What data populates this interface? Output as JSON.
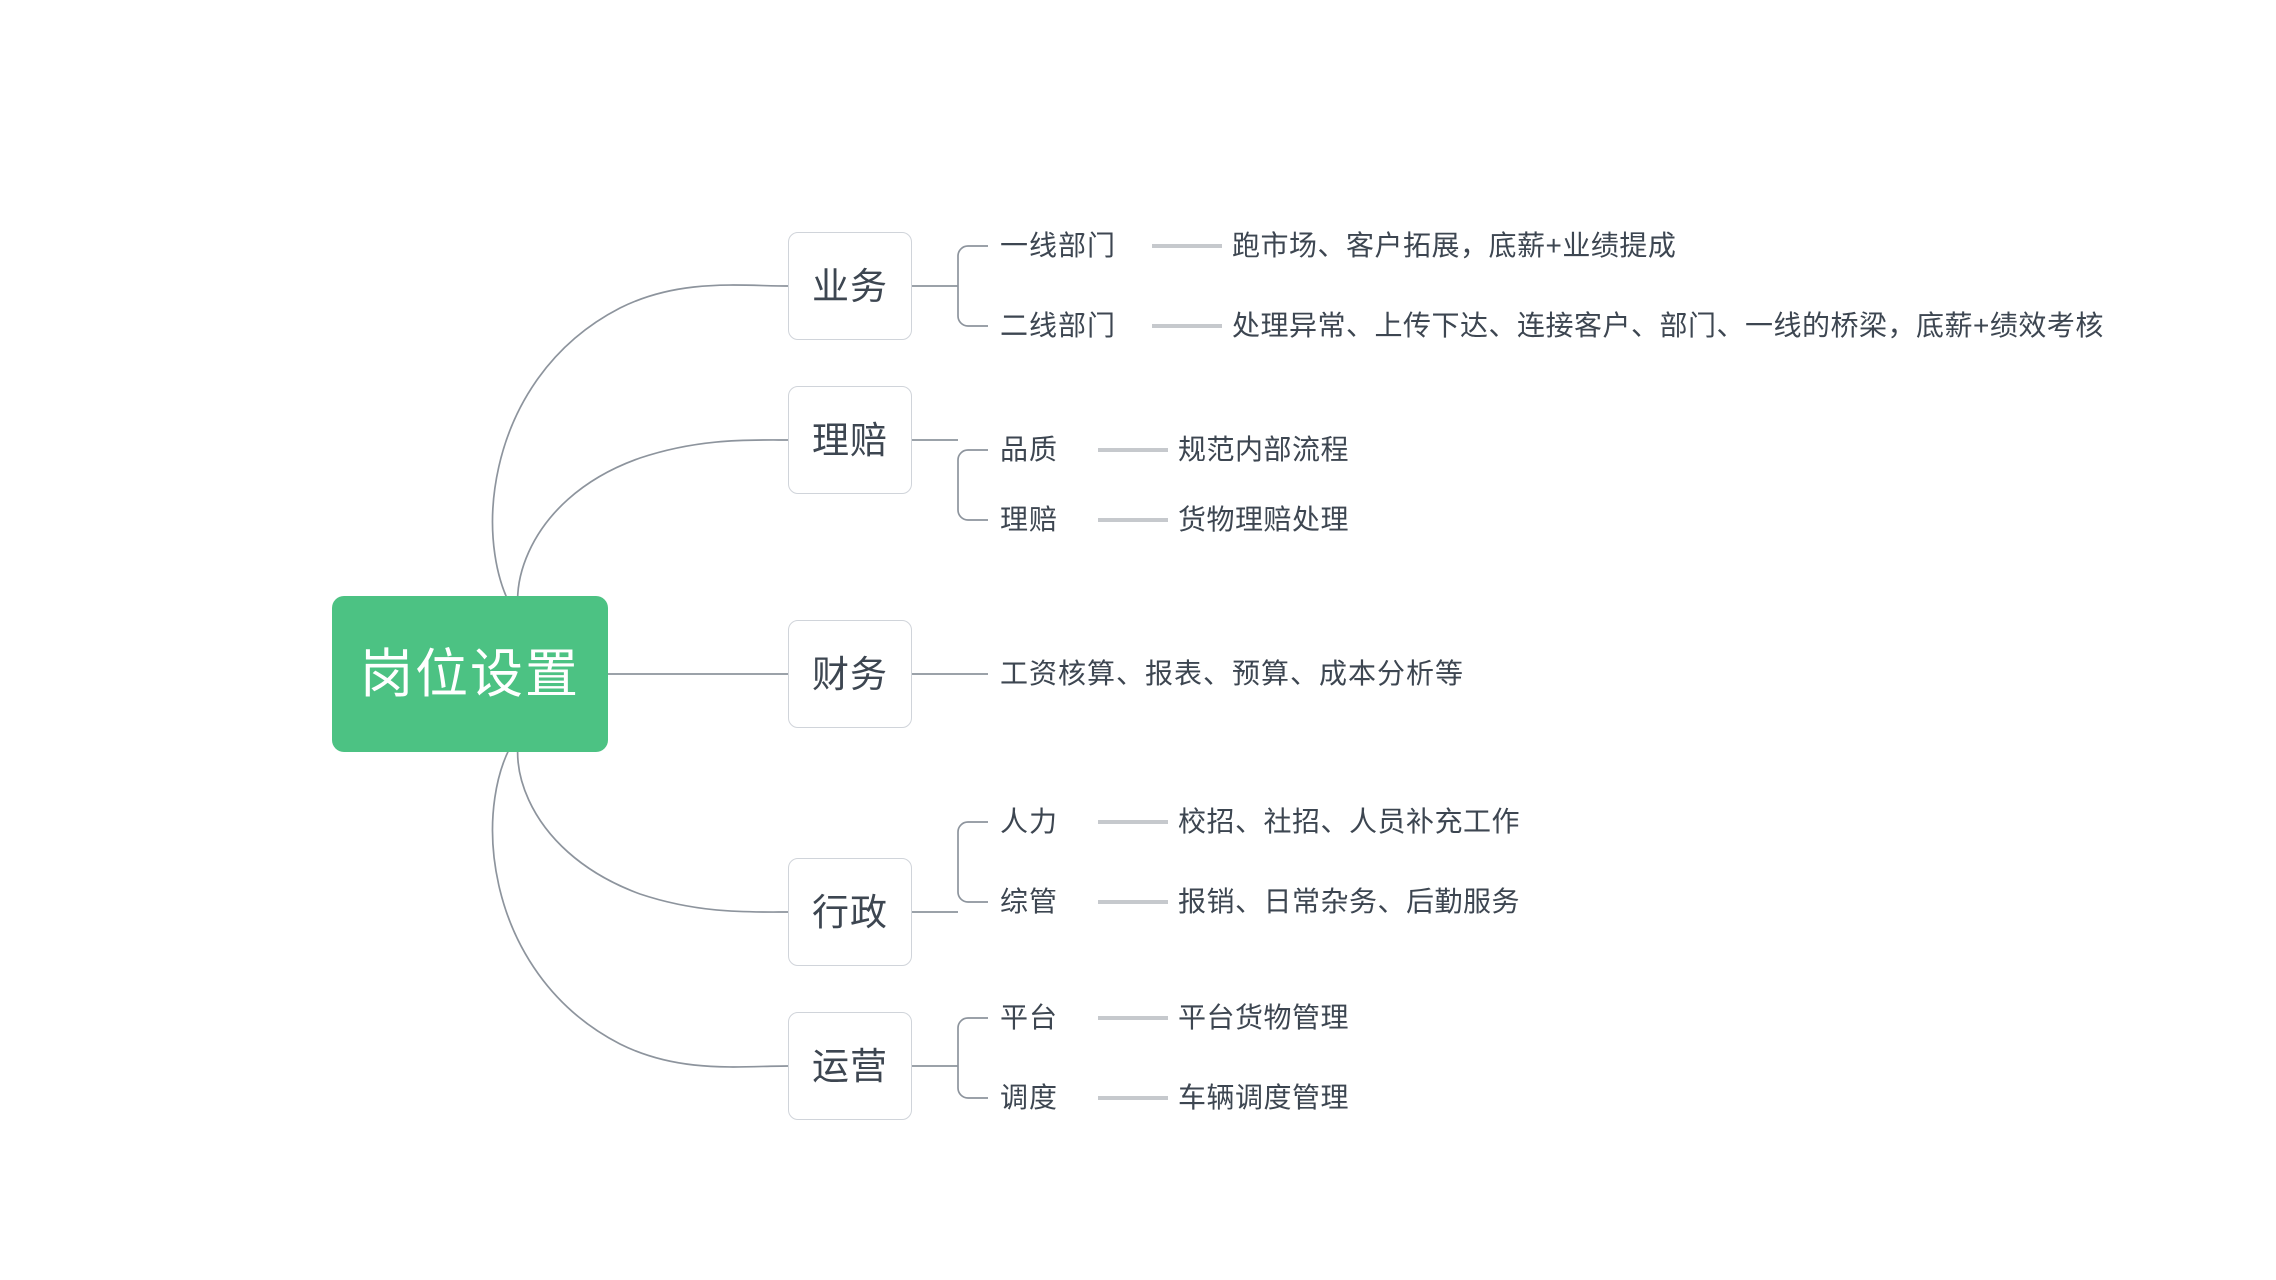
{
  "diagram": {
    "type": "mind-map",
    "title": "岗位设置",
    "root": {
      "label": "岗位设置",
      "color": "#4CC283",
      "text_color": "#ffffff"
    },
    "colors": {
      "root_fill": "#4CC283",
      "node_border": "#d0d4da",
      "node_fill": "#ffffff",
      "text": "#3d4651",
      "edge": "#8d949d",
      "leaf_connector": "#c6c9cd",
      "background": "#ffffff"
    },
    "branches": [
      {
        "label": "业务",
        "children": [
          {
            "label": "一线部门",
            "detail": "跑市场、客户拓展，底薪+业绩提成"
          },
          {
            "label": "二线部门",
            "detail": "处理异常、上传下达、连接客户、部门、一线的桥梁，底薪+绩效考核"
          }
        ]
      },
      {
        "label": "理赔",
        "children": [
          {
            "label": "品质",
            "detail": "规范内部流程"
          },
          {
            "label": "理赔",
            "detail": "货物理赔处理"
          }
        ]
      },
      {
        "label": "财务",
        "children": [
          {
            "label": "工资核算、报表、预算、成本分析等",
            "detail": ""
          }
        ]
      },
      {
        "label": "行政",
        "children": [
          {
            "label": "人力",
            "detail": "校招、社招、人员补充工作"
          },
          {
            "label": "综管",
            "detail": "报销、日常杂务、后勤服务"
          }
        ]
      },
      {
        "label": "运营",
        "children": [
          {
            "label": "平台",
            "detail": "平台货物管理"
          },
          {
            "label": "调度",
            "detail": "车辆调度管理"
          }
        ]
      }
    ]
  }
}
